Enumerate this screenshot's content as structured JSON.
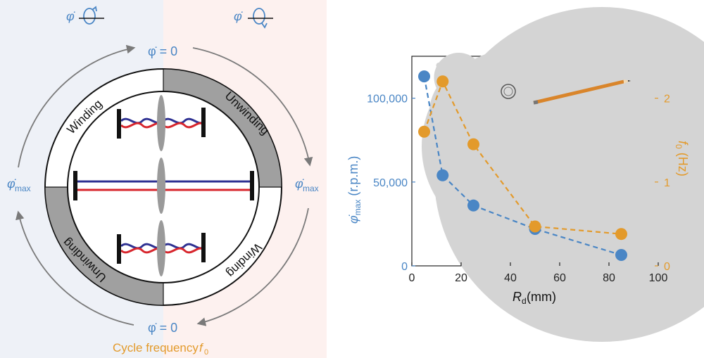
{
  "left_panel": {
    "top_left_symbol": "φ̇",
    "top_right_symbol": "φ̇",
    "phi_zero_top": "φ̇ = 0",
    "phi_zero_bottom": "φ̇ = 0",
    "phi_max_left": "φ̇",
    "phi_max_right": "φ̇",
    "max_subscript": "max",
    "ring_labels": {
      "winding_top": "Winding",
      "unwinding_top": "Unwinding",
      "unwinding_bottom": "Unwinding",
      "winding_bottom": "Winding"
    },
    "cycle_caption": "Cycle frequency",
    "cycle_symbol": "f",
    "cycle_subscript": "0",
    "colors": {
      "blue_bg": "#eef1f7",
      "pink_bg": "#fdf1ef",
      "ring_gray": "#a0a0a0",
      "string_blue": "#2e3192",
      "string_red": "#d7262d",
      "arrow_gray": "#7a7a7a"
    }
  },
  "chart_data": {
    "type": "scatter",
    "x": [
      5,
      12.5,
      25,
      50,
      85
    ],
    "series": [
      {
        "axis": "left",
        "color": "#4a86c5",
        "values": [
          113000,
          54000,
          36000,
          22000,
          6500
        ]
      },
      {
        "axis": "right",
        "color": "#e39a2b",
        "values": [
          1.6,
          2.2,
          1.45,
          0.47,
          0.38
        ]
      }
    ],
    "xlim": [
      0,
      100
    ],
    "xticks": [
      0,
      20,
      40,
      60,
      80,
      100
    ],
    "ylim_left": [
      0,
      125000
    ],
    "yticks_left": [
      "0",
      "50,000",
      "100,000"
    ],
    "ylim_right": [
      0,
      2.5
    ],
    "yticks_right": [
      "0",
      "1",
      "2"
    ],
    "xlabel": "R",
    "xlabel_sub": "d",
    "xlabel_unit": " (mm)",
    "ylabel_left": "φ̇",
    "ylabel_left_sub": "max",
    "ylabel_left_unit": " (r.p.m.)",
    "ylabel_right": "f",
    "ylabel_right_sub": "0",
    "ylabel_right_unit": " (Hz)",
    "grid": false,
    "disk_sizes_mm": [
      5,
      12.5,
      25,
      50,
      85
    ]
  }
}
